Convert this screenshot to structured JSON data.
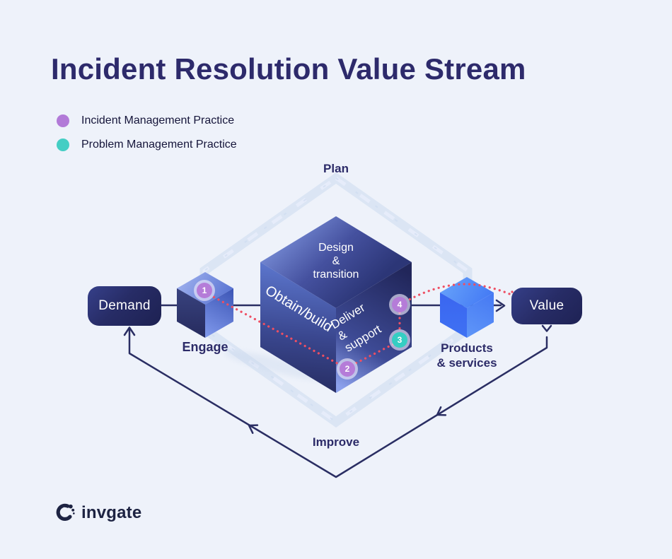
{
  "title": "Incident Resolution Value Stream",
  "legend": {
    "items": [
      {
        "label": "Incident Management Practice",
        "color": "#b27ad8"
      },
      {
        "label": "Problem Management Practice",
        "color": "#44cec4"
      }
    ]
  },
  "diagram": {
    "outer_labels": {
      "plan": "Plan",
      "improve": "Improve"
    },
    "nodes": {
      "demand": "Demand",
      "value": "Value",
      "engage": "Engage",
      "products": [
        "Products",
        "& services"
      ]
    },
    "central_cube_faces": {
      "top": [
        "Design",
        "&",
        "transition"
      ],
      "left": "Obtain/build",
      "right": [
        "Deliver",
        "&",
        "support"
      ]
    },
    "badges": [
      {
        "n": "1",
        "practice": "incident",
        "color": "#b57cd8"
      },
      {
        "n": "2",
        "practice": "incident",
        "color": "#b57cd8"
      },
      {
        "n": "3",
        "practice": "problem",
        "color": "#35cec3"
      },
      {
        "n": "4",
        "practice": "incident",
        "color": "#b57cd8"
      }
    ],
    "colors": {
      "background": "#eef2fa",
      "hexagon_band": "#dbe5f4",
      "flow_line": "#2a2e63",
      "trace_dotted": "#ee4f63",
      "title_text": "#2d2a6b",
      "label_text": "#2c2b68"
    }
  },
  "footer": {
    "brand": "invgate"
  }
}
